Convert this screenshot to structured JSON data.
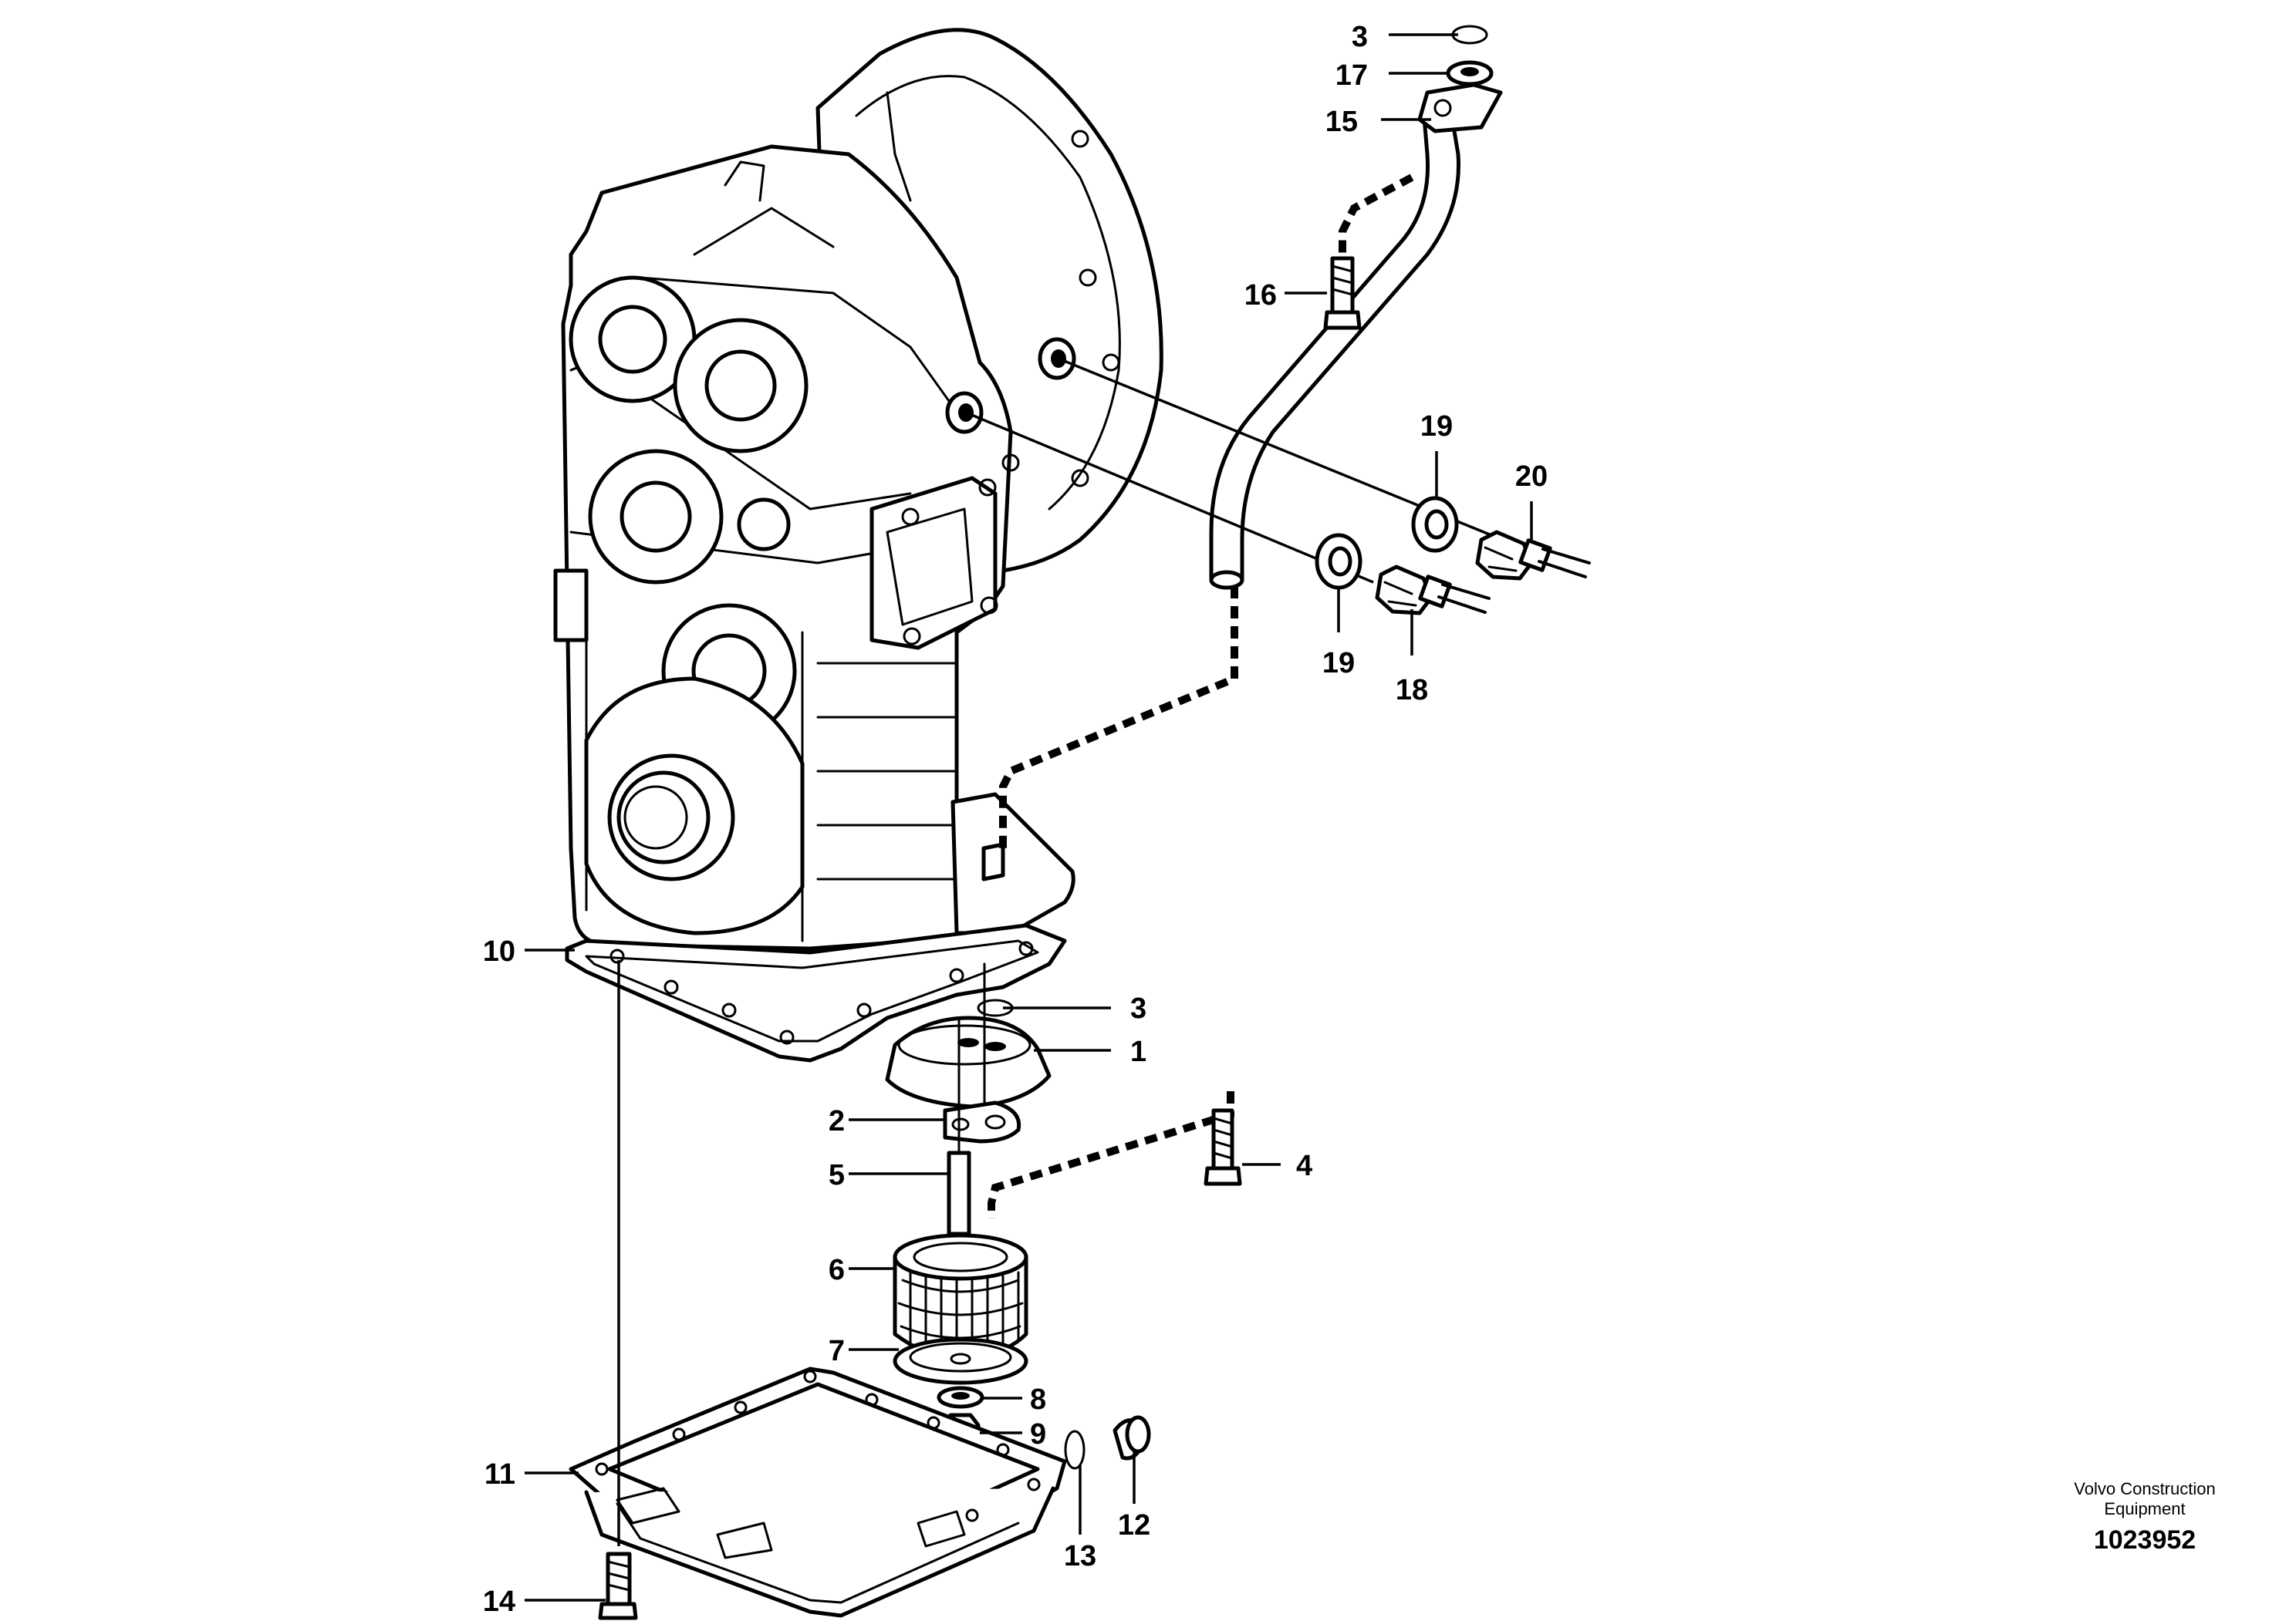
{
  "callouts": {
    "c1": "1",
    "c2": "2",
    "c3a": "3",
    "c3b": "3",
    "c4": "4",
    "c5": "5",
    "c6": "6",
    "c7": "7",
    "c8": "8",
    "c9": "9",
    "c10": "10",
    "c11": "11",
    "c12": "12",
    "c13": "13",
    "c14": "14",
    "c15": "15",
    "c16": "16",
    "c17": "17",
    "c18": "18",
    "c19a": "19",
    "c19b": "19",
    "c20": "20"
  },
  "footer": {
    "brand_line1": "Volvo Construction",
    "brand_line2": "Equipment",
    "drawing_number": "1023952"
  }
}
